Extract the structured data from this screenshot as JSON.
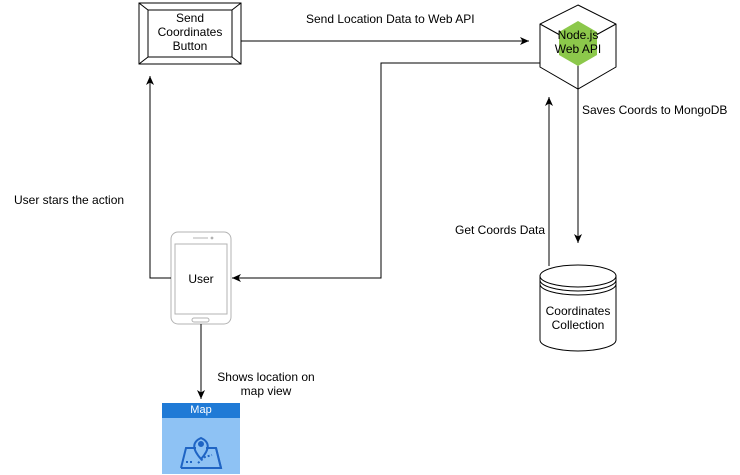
{
  "nodes": {
    "send_button": {
      "line1": "Send",
      "line2": "Coordinates",
      "line3": "Button"
    },
    "api": {
      "line1": "Node.js",
      "line2": "Web API"
    },
    "user": {
      "label": "User"
    },
    "collection": {
      "line1": "Coordinates",
      "line2": "Collection"
    },
    "map": {
      "label": "Map"
    }
  },
  "edges": {
    "send_to_api": "Send Location Data to Web API",
    "api_to_db": "Saves Coords to MongoDB",
    "db_to_api": "Get Coords Data",
    "user_to_button": "User stars the action",
    "user_to_map_line1": "Shows location on",
    "user_to_map_line2": "map view"
  },
  "colors": {
    "line": "#000000",
    "phone_outline": "#b3b3b3",
    "nodejs_green": "#8cc84b",
    "map_header": "#1f7ad6",
    "map_body": "#8ec2f4",
    "map_pin": "#1f64c4"
  }
}
